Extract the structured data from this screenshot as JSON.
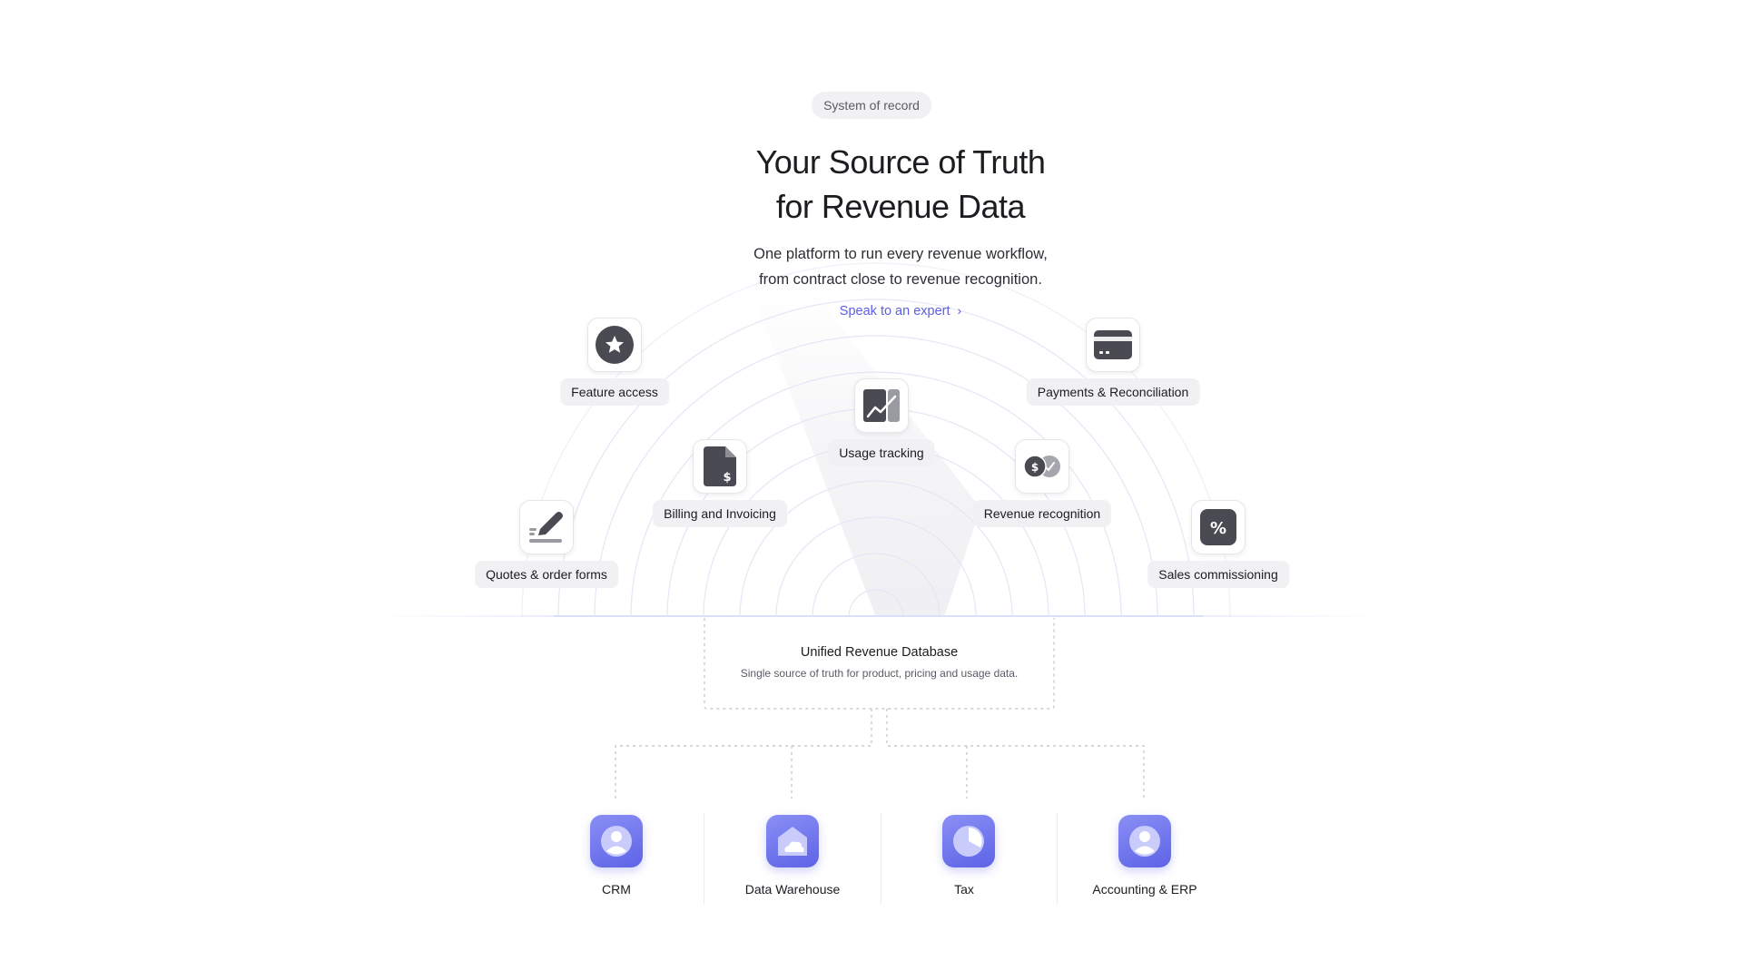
{
  "header": {
    "eyebrow": "System of record",
    "title_line1": "Your Source of Truth",
    "title_line2": "for Revenue Data",
    "subtitle_line1": "One platform to run every revenue workflow,",
    "subtitle_line2": "from contract close to revenue recognition.",
    "cta_label": "Speak to an expert"
  },
  "modules": {
    "feature_access": "Feature access",
    "payments": "Payments & Reconciliation",
    "usage_tracking": "Usage tracking",
    "billing": "Billing and Invoicing",
    "revenue_recognition": "Revenue recognition",
    "quotes": "Quotes & order forms",
    "sales_commissioning": "Sales commissioning"
  },
  "database": {
    "title": "Unified Revenue Database",
    "subtitle": "Single source of truth for product, pricing and usage data."
  },
  "integrations": {
    "crm": "CRM",
    "data_warehouse": "Data Warehouse",
    "tax": "Tax",
    "accounting": "Accounting & ERP"
  },
  "colors": {
    "accent": "#5b5fe0",
    "icon_gradient_top": "#8a8ff5",
    "icon_gradient_bottom": "#5d63e6",
    "dark_icon": "#4a4a52"
  }
}
